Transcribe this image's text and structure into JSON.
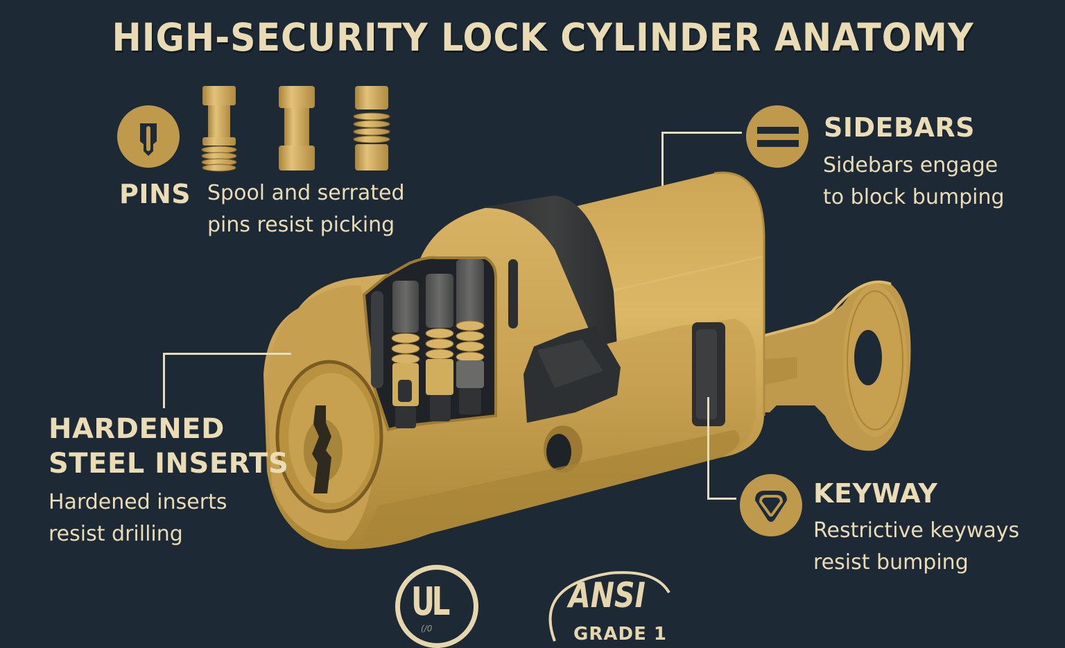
{
  "title": "HIGH-SECURITY LOCK CYLINDER ANATOMY",
  "colors": {
    "background": "#1d2935",
    "brass": "#c9a253",
    "brass_light": "#dcb866",
    "brass_dark": "#8a6a2c",
    "steel_dark": "#3b3d3e",
    "text_cream": "#eadcb5"
  },
  "callouts": {
    "pins": {
      "heading": "PINS",
      "desc_line1": "Spool and serrated",
      "desc_line2": "pins resist picking",
      "icon": "keyhole-icon",
      "pin_types": [
        "spool pin",
        "standard pin",
        "serrated pin"
      ]
    },
    "sidebars": {
      "heading": "SIDEBARS",
      "desc_line1": "Sidebars engage",
      "desc_line2": "to block bumping",
      "icon": "equals-bars-icon"
    },
    "inserts": {
      "heading_line1": "HARDENED",
      "heading_line2": "STEEL INSERTS",
      "desc_line1": "Hardened inserts",
      "desc_line2": "resist drilling"
    },
    "keyway": {
      "heading": "KEYWAY",
      "desc_line1": "Restrictive keyways",
      "desc_line2": "resist bumping",
      "icon": "shield-heart-icon"
    }
  },
  "badges": {
    "ul": {
      "main": "UL",
      "small": "(/0"
    },
    "ansi": {
      "main": "ANSI",
      "sub": "GRADE 1"
    }
  }
}
